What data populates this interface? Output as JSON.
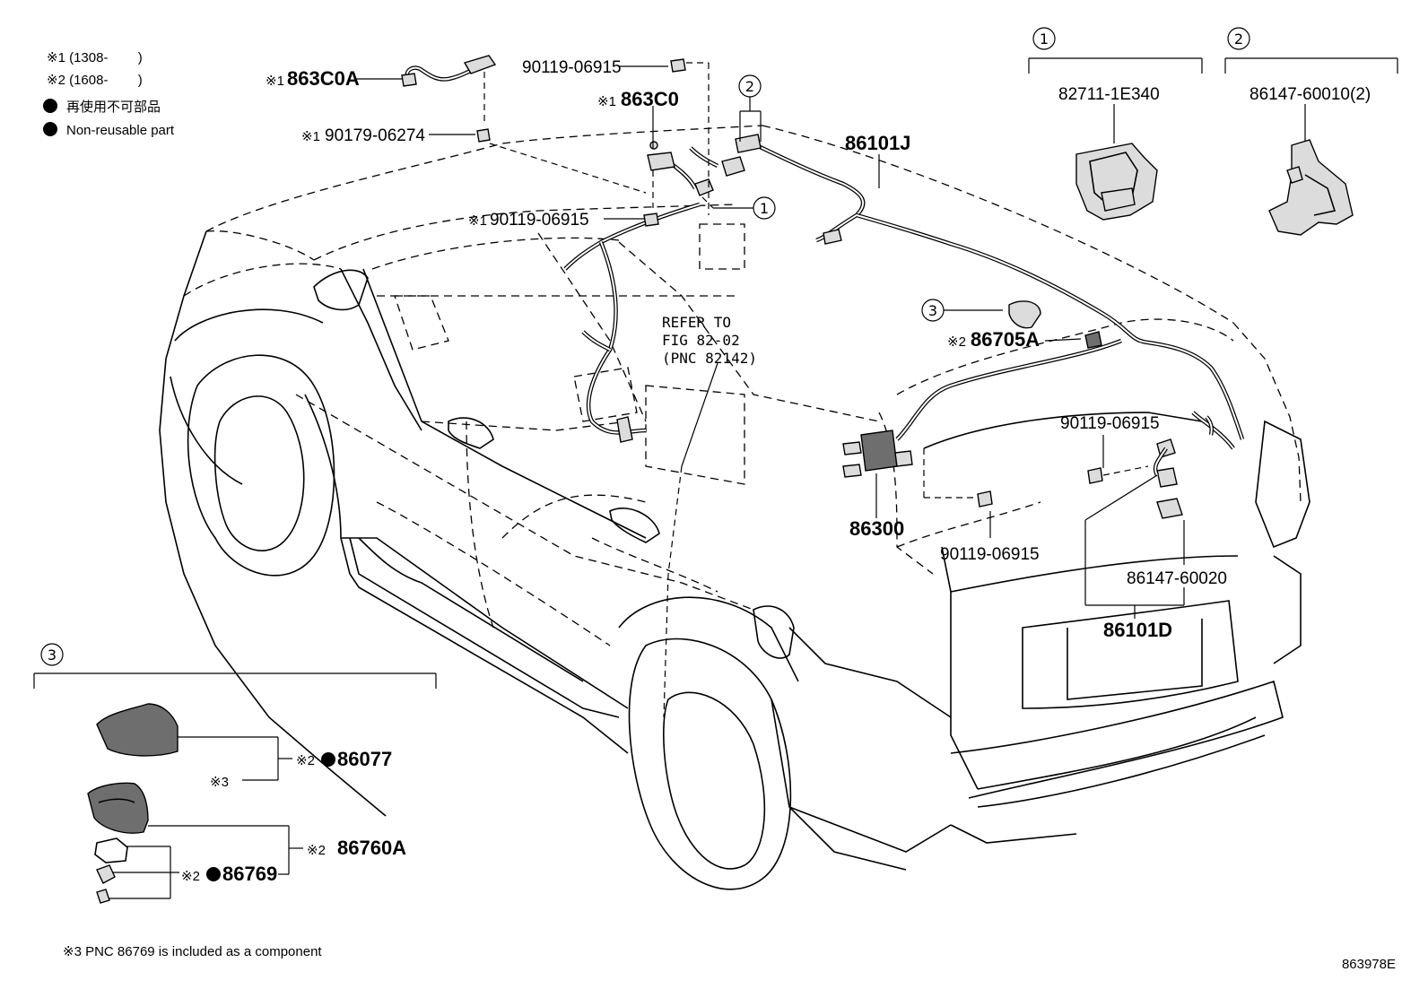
{
  "legend": {
    "note1": "※1 (1308-        )",
    "note2": "※2 (1608-        )",
    "non_reusable_jp": "再使用不可部品",
    "non_reusable_en": "Non-reusable part"
  },
  "parts": {
    "p863c0a": "863C0A",
    "p863c0a_mark": "※1",
    "p90179": "90179-06274",
    "p90179_mark": "※1",
    "p863c0": "863C0",
    "p863c0_mark": "※1",
    "p90119_top": "90119-06915",
    "p90119_mid": "90119-06915",
    "p90119_mid_mark": "※1",
    "p86101j": "86101J",
    "p86705a": "86705A",
    "p86705a_mark": "※2",
    "p90119_right": "90119-06915",
    "p86300": "86300",
    "p90119_low": "90119-06915",
    "p86147_60020": "86147-60020",
    "p86101d": "86101D",
    "refer1": "REFER TO",
    "refer2": "FIG 82-02",
    "refer3": "(PNC 82142)"
  },
  "detail1": {
    "callout": "1",
    "part": "82711-1E340"
  },
  "detail2": {
    "callout": "2",
    "part": "86147-60010(2)"
  },
  "detail3": {
    "callout": "3",
    "p86077": "86077",
    "p86077_mark": "※2",
    "mark3": "※3",
    "p86760a": "86760A",
    "p86760a_mark": "※2",
    "p86769": "86769",
    "p86769_mark": "※2"
  },
  "callouts": {
    "c2_top": "2",
    "c1_mid": "1",
    "c3_mid": "3"
  },
  "footnote": "※3 PNC 86769 is included as a component",
  "figure_id": "863978E"
}
